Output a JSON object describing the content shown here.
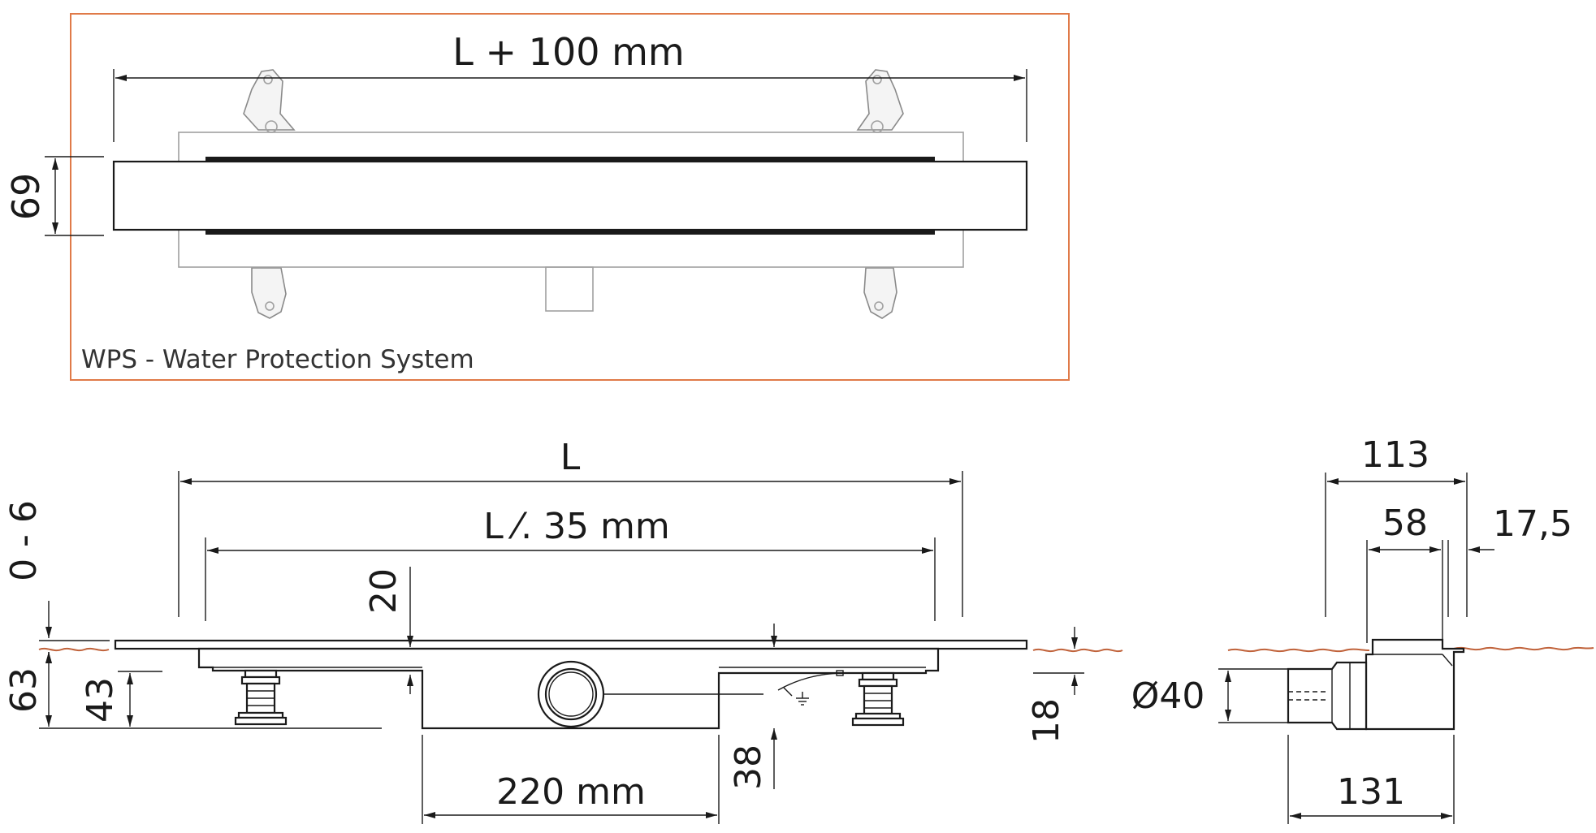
{
  "frame_color": "#e07a48",
  "floor_color": "#c0623a",
  "top_view": {
    "caption": "WPS - Water Protection System",
    "length_label": "L + 100 mm",
    "width_label": "69"
  },
  "side_view": {
    "length_label": "L",
    "inner_length_label": "L ⁄. 35 mm",
    "adjust_label": "0 - 6",
    "height_total_label": "63",
    "height_feet_label": "43",
    "step_label": "20",
    "outlet_height_label": "38",
    "outlet_width_label": "220 mm",
    "tile_label": "18"
  },
  "end_view": {
    "width_top_label": "113",
    "width_inner_label": "58",
    "edge_label": "17,5",
    "pipe_diameter_label": "Ø40",
    "width_bottom_label": "131"
  }
}
